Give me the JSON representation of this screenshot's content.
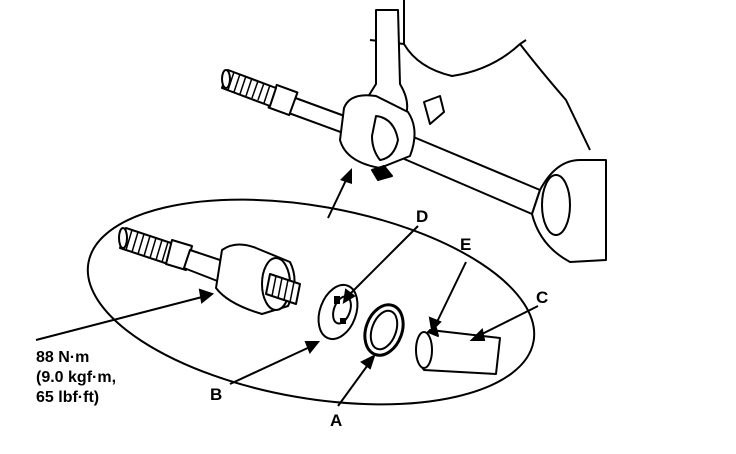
{
  "labels": {
    "a": "A",
    "b": "B",
    "c": "C",
    "d": "D",
    "e": "E"
  },
  "torque": {
    "line1": "88 N·m",
    "line2": "(9.0 kgf·m,",
    "line3": "65 lbf·ft)"
  }
}
